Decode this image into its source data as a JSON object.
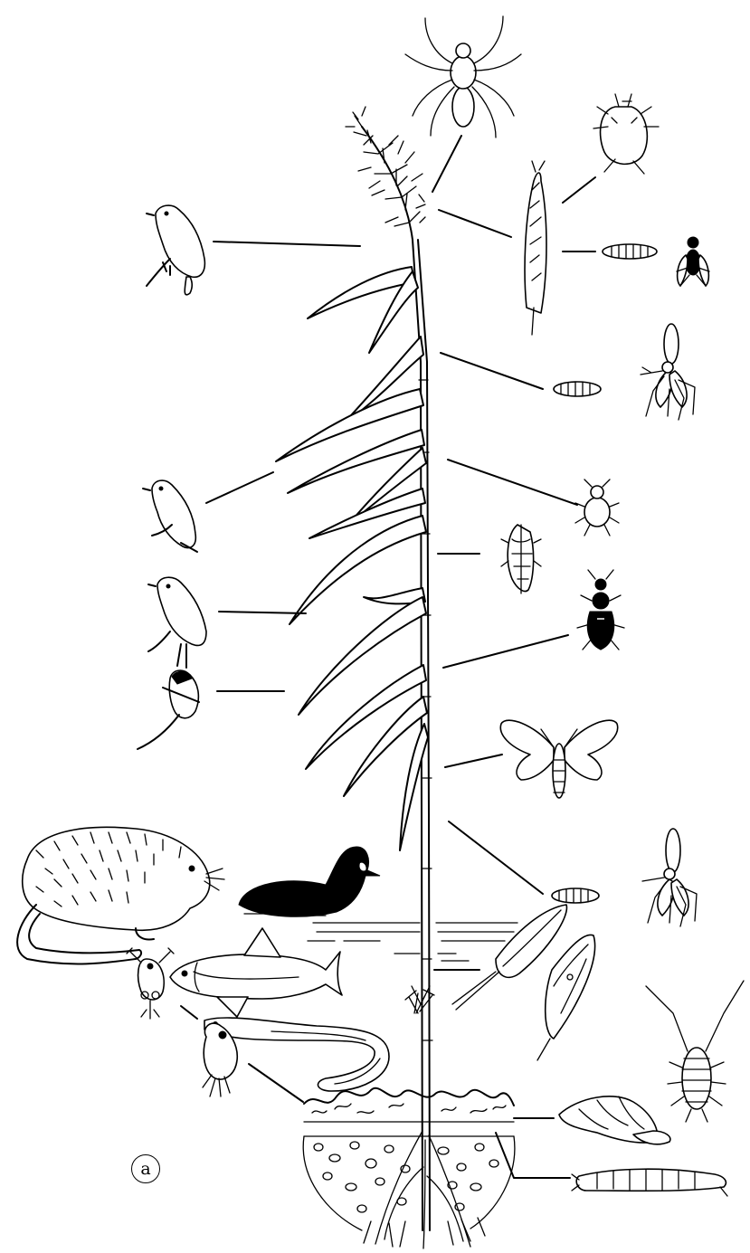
{
  "panel_label": "a",
  "organisms": [
    {
      "id": "spider",
      "icon": "spider-icon"
    },
    {
      "id": "mite",
      "icon": "mite-icon"
    },
    {
      "id": "gall-fly",
      "icon": "gall-fly-icon"
    },
    {
      "id": "gall-fly-larva",
      "icon": "larva-icon"
    },
    {
      "id": "reed-warbler-top",
      "icon": "warbler-icon"
    },
    {
      "id": "midge-top",
      "icon": "midge-icon"
    },
    {
      "id": "aphid",
      "icon": "aphid-icon"
    },
    {
      "id": "leafhopper",
      "icon": "leafhopper-icon"
    },
    {
      "id": "beetle",
      "icon": "beetle-icon"
    },
    {
      "id": "moth",
      "icon": "moth-icon"
    },
    {
      "id": "midge-bottom",
      "icon": "midge-icon"
    },
    {
      "id": "muskrat",
      "icon": "muskrat-icon"
    },
    {
      "id": "coot",
      "icon": "coot-icon"
    },
    {
      "id": "fish",
      "icon": "fish-icon"
    },
    {
      "id": "eel",
      "icon": "eel-icon"
    },
    {
      "id": "water-flea",
      "icon": "water-flea-icon"
    },
    {
      "id": "rotifer",
      "icon": "rotifer-icon"
    },
    {
      "id": "diatom",
      "icon": "diatom-icon"
    },
    {
      "id": "snail",
      "icon": "snail-icon"
    },
    {
      "id": "woodlouse",
      "icon": "woodlouse-icon"
    },
    {
      "id": "chironomid-larva",
      "icon": "worm-larva-icon"
    }
  ]
}
